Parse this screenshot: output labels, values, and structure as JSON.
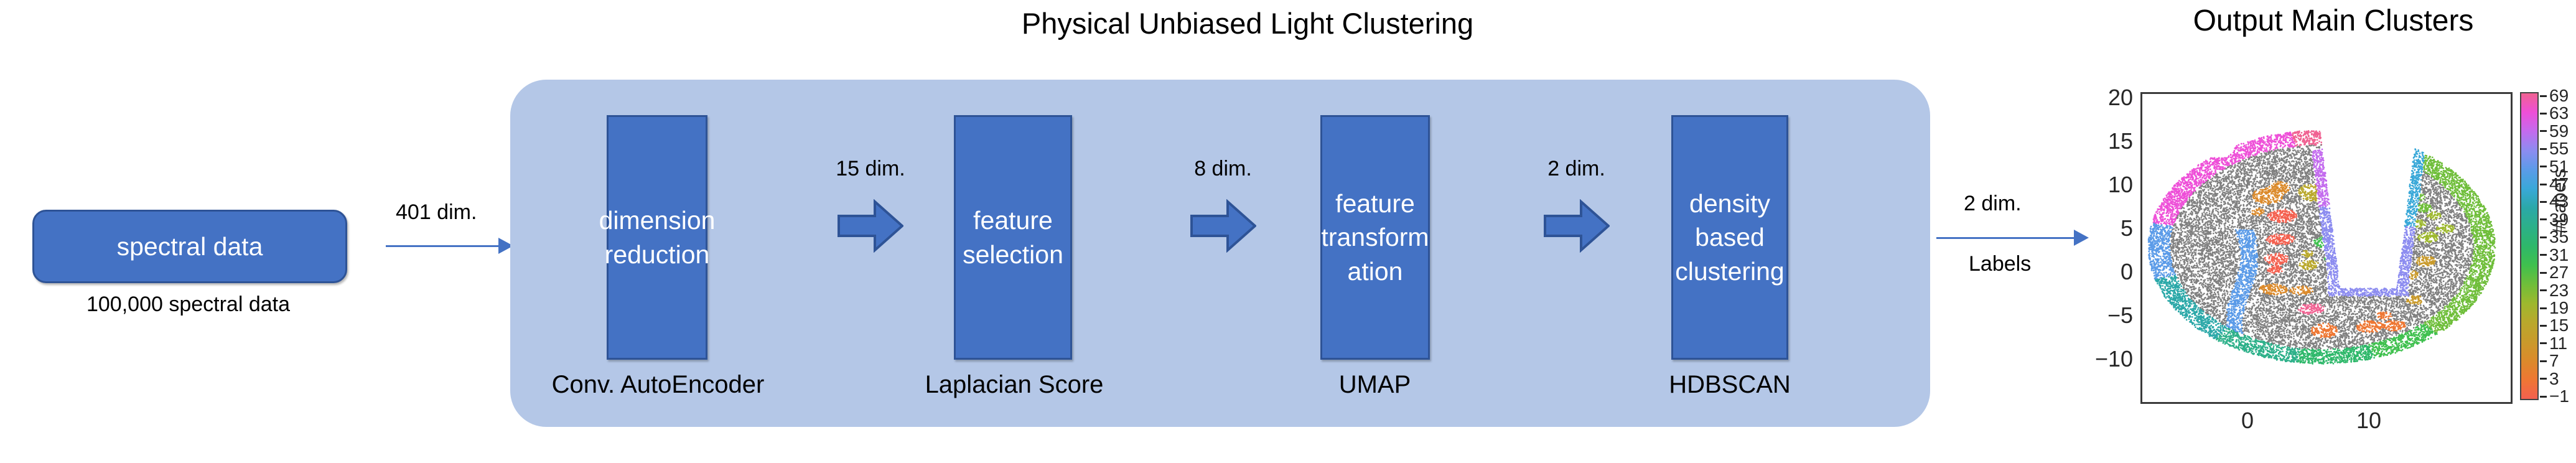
{
  "pipeline": {
    "title": "Physical Unbiased Light Clustering",
    "input": {
      "box_label": "spectral data",
      "caption": "100,000 spectral data",
      "out_arrow_label": "401 dim."
    },
    "stages": [
      {
        "box_label": "dimension\nreduction",
        "caption": "Conv. AutoEncoder",
        "out_arrow_label": "15 dim."
      },
      {
        "box_label": "feature\nselection",
        "caption": "Laplacian Score",
        "out_arrow_label": "8 dim."
      },
      {
        "box_label": "feature\ntransform\nation",
        "caption": "UMAP",
        "out_arrow_label": "2 dim."
      },
      {
        "box_label": "density\nbased\nclustering",
        "caption": "HDBSCAN",
        "out_arrow_label": ""
      }
    ],
    "output_arrow": {
      "label_top": "2 dim.",
      "label_bottom": "Labels"
    }
  },
  "output_panel": {
    "title": "Output Main Clusters"
  },
  "colors": {
    "box_fill": "#4472C4",
    "box_border": "#2E5396",
    "container_fill": "#B4C7E7",
    "arrow": "#4472C4",
    "text_on_box": "#FFFFFF",
    "text": "#000000",
    "noise_points": "#808080"
  },
  "chart_data": {
    "type": "scatter",
    "title": "Output Main Clusters",
    "xlabel": "",
    "ylabel": "",
    "xlim": [
      -7,
      18
    ],
    "ylim": [
      -11,
      20
    ],
    "xticks": [
      "0",
      "10"
    ],
    "yticks": [
      "20",
      "15",
      "10",
      "5",
      "0",
      "-5",
      "-10"
    ],
    "grid": false,
    "colorbar": {
      "label": "#Labels",
      "ticks": [
        "69",
        "63",
        "59",
        "55",
        "51",
        "47",
        "43",
        "39",
        "35",
        "31",
        "27",
        "23",
        "19",
        "15",
        "11",
        "7",
        "3",
        "-1"
      ],
      "vmin": -1,
      "vmax": 69,
      "cmap": "turbo-like (orange -> olive -> green -> teal -> blue -> violet -> magenta -> pink)",
      "noise_swatch": "#808080"
    },
    "description": "~100,000 two-dimensional UMAP embedding points, horseshoe / U-shaped manifold. Gray points are HDBSCAN noise (label -1); coloured patches are the main clusters, concentrated along the outer rim (magenta/pink upper-left, teal/green lower and right rim, violet in the inner notch) plus isolated interior blobs (orange, red, olive, green).",
    "clusters": [
      {
        "label": 69,
        "color": "#F06292",
        "region": "top rim, x 1..6, y 17..19"
      },
      {
        "label": 63,
        "color": "#EE4FD8",
        "region": "upper-left rim, x -4..0, y 9..17"
      },
      {
        "label": 59,
        "color": "#C36BEE",
        "region": "inner notch right wall, x 7..8, y 2..14"
      },
      {
        "label": 55,
        "color": "#8C8CF0",
        "region": "inner notch, x 7..9, y 0..10"
      },
      {
        "label": 51,
        "color": "#5B9BE8",
        "region": "left interior band, x -2..0, y -5..6"
      },
      {
        "label": 47,
        "color": "#39A8D8",
        "region": "right arm left edge, x 9..11, y 2..16"
      },
      {
        "label": 43,
        "color": "#2BA8A8",
        "region": "lower-left rim, x -4..2, y -9..0"
      },
      {
        "label": 39,
        "color": "#2CB089",
        "region": "bottom rim, x 2..9, y -10..-7"
      },
      {
        "label": 35,
        "color": "#2EB86A",
        "region": "lower-right rim, x 12..16, y -8..-3"
      },
      {
        "label": 31,
        "color": "#3FC04E",
        "region": "right rim, x 15..17, y -3..4"
      },
      {
        "label": 27,
        "color": "#6FBE3A",
        "region": "right arm outer edge, x 12..16, y 6..18"
      },
      {
        "label": 23,
        "color": "#9DB82E",
        "region": "interior right, x 10..13, y 1..8"
      },
      {
        "label": 19,
        "color": "#B9A82C",
        "region": "interior, x 3..6, y 2..11"
      },
      {
        "label": 15,
        "color": "#C99A2B",
        "region": "interior, x 10..13, y -6..-1"
      },
      {
        "label": 11,
        "color": "#DB8A2B",
        "region": "interior left, x 0..3, y 0..11"
      },
      {
        "label": 7,
        "color": "#EE7733",
        "region": "lower interior, x 6..11, y -5..-2"
      },
      {
        "label": 3,
        "color": "#F4604F",
        "region": "interior, x 1..4, y 1..8"
      },
      {
        "label": -1,
        "color": "#808080",
        "region": "noise, everywhere"
      }
    ]
  }
}
